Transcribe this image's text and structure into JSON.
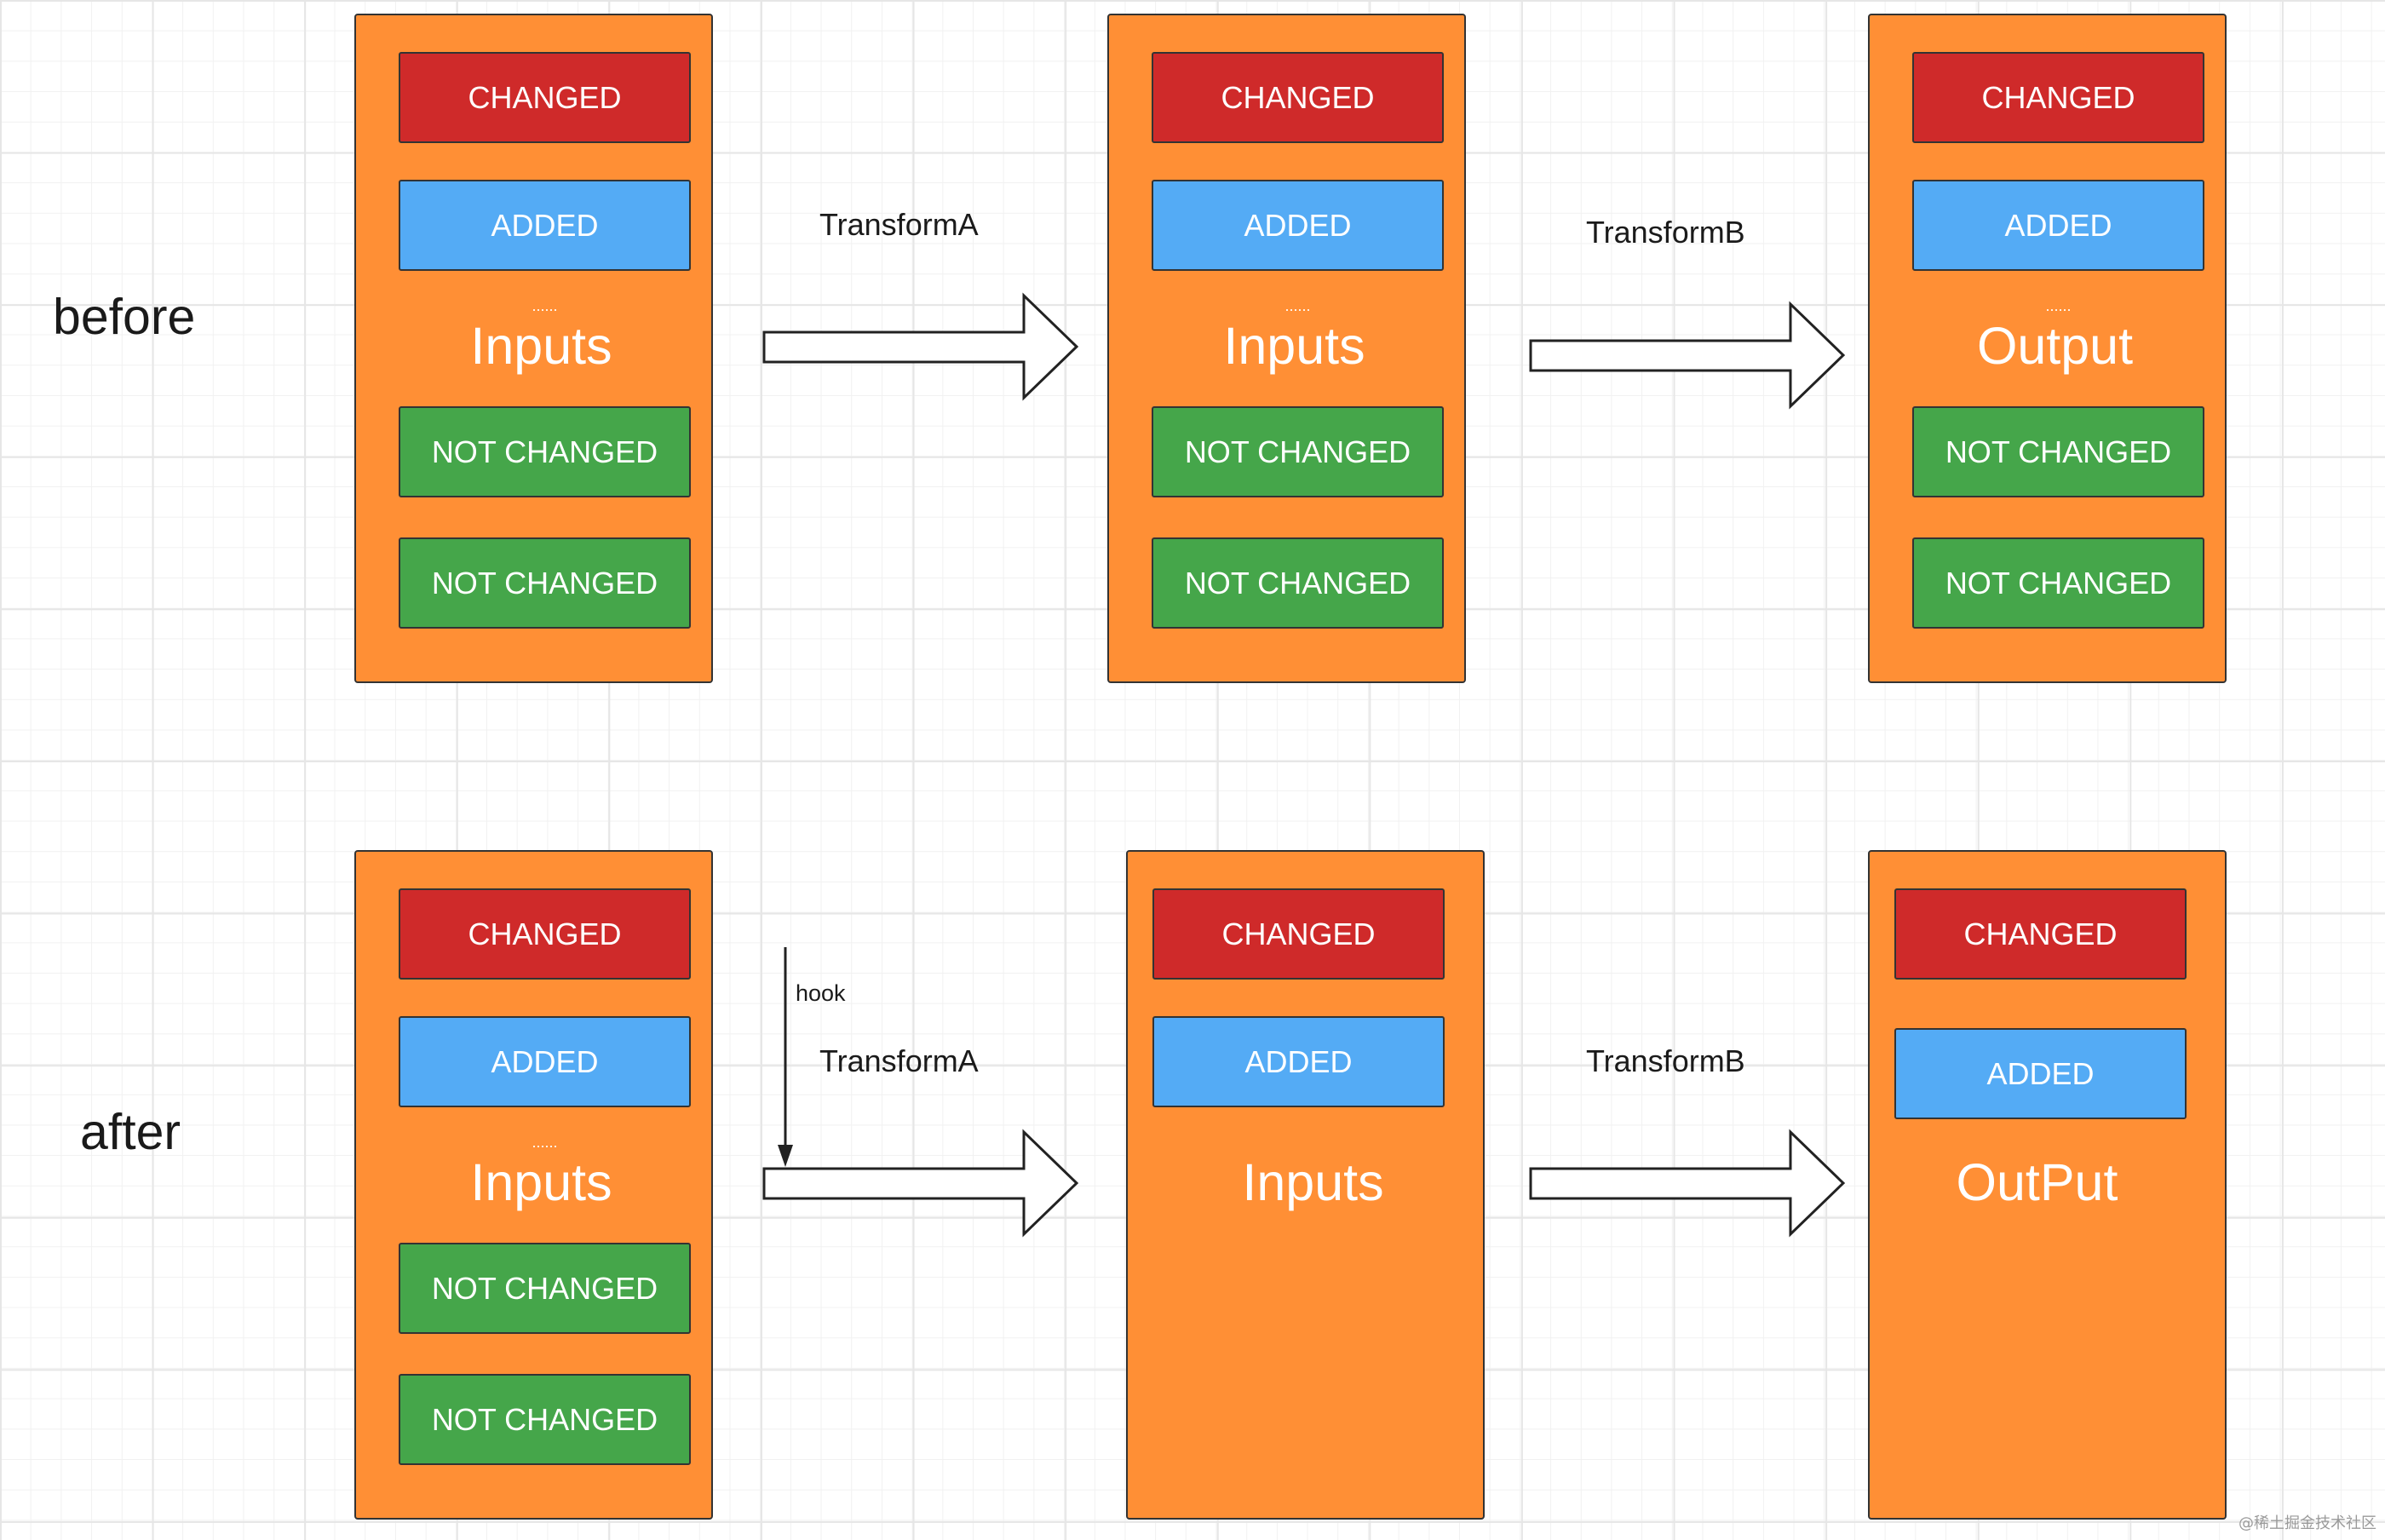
{
  "colors": {
    "panel": "#FF8F35",
    "changed": "#CF2A2A",
    "added": "#54ABF5",
    "not_changed": "#45A64A",
    "outline": "#333333"
  },
  "rows": {
    "before": {
      "label": "before"
    },
    "after": {
      "label": "after"
    }
  },
  "panels": {
    "before_input": {
      "title": "Inputs",
      "ellipsis": "......",
      "items": [
        "CHANGED",
        "ADDED",
        "NOT CHANGED",
        "NOT CHANGED"
      ]
    },
    "before_middle": {
      "title": "Inputs",
      "ellipsis": "......",
      "items": [
        "CHANGED",
        "ADDED",
        "NOT CHANGED",
        "NOT CHANGED"
      ]
    },
    "before_output": {
      "title": "Output",
      "ellipsis": "......",
      "items": [
        "CHANGED",
        "ADDED",
        "NOT CHANGED",
        "NOT CHANGED"
      ]
    },
    "after_input": {
      "title": "Inputs",
      "ellipsis": "......",
      "items": [
        "CHANGED",
        "ADDED",
        "NOT CHANGED",
        "NOT CHANGED"
      ]
    },
    "after_middle": {
      "title": "Inputs",
      "items": [
        "CHANGED",
        "ADDED"
      ]
    },
    "after_output": {
      "title": "OutPut",
      "items": [
        "CHANGED",
        "ADDED"
      ]
    }
  },
  "transforms": {
    "before_a": "TransformA",
    "before_b": "TransformB",
    "after_a": "TransformA",
    "after_b": "TransformB",
    "hook": "hook"
  },
  "watermark": "@稀土掘金技术社区"
}
